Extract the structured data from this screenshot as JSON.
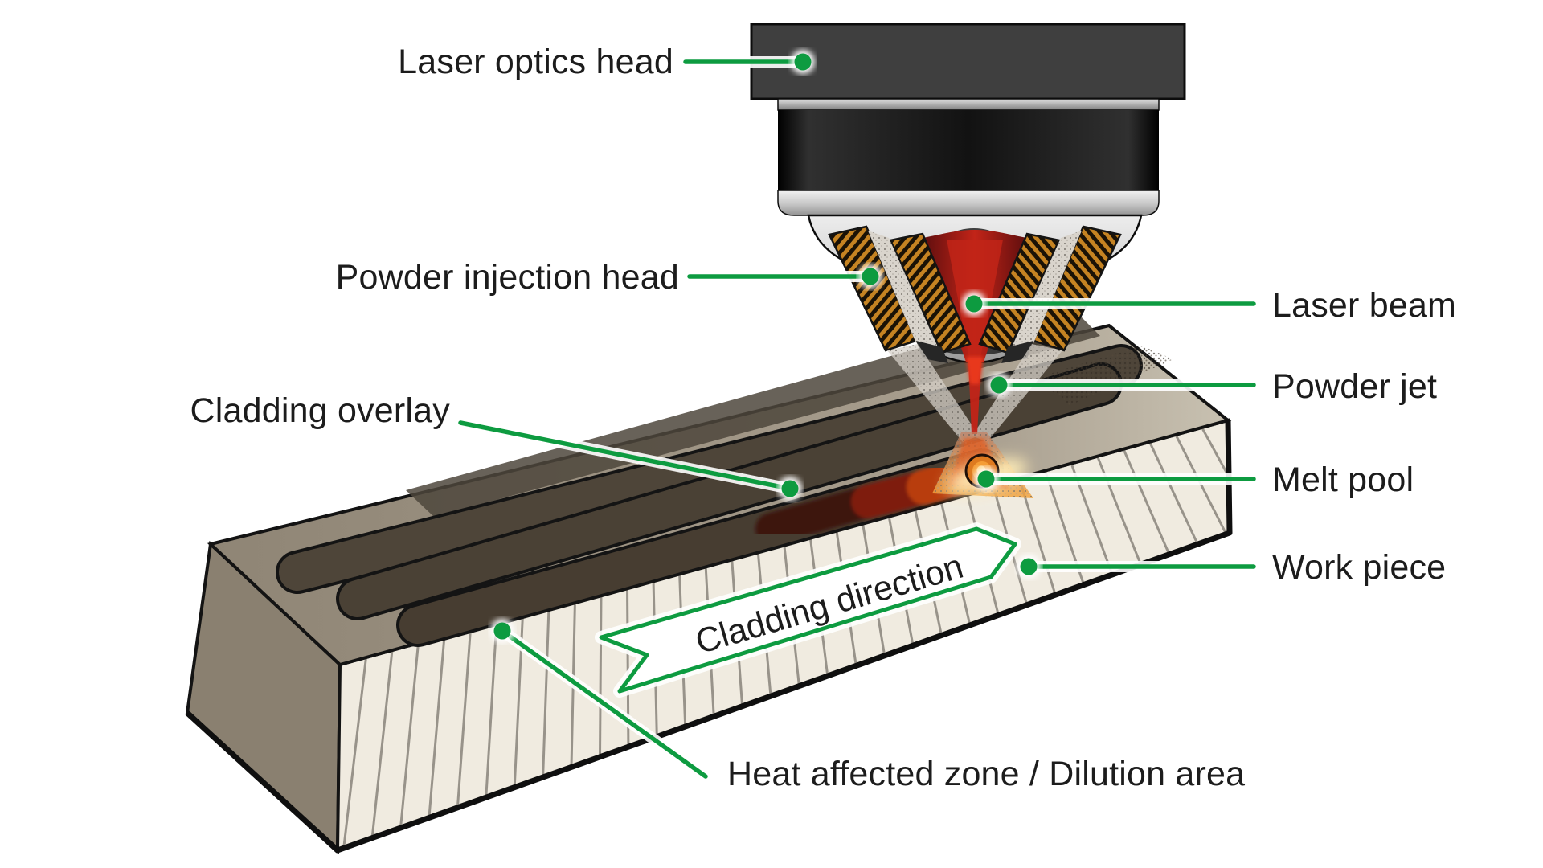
{
  "title": "Laser cladding process diagram",
  "labels": {
    "laser_optics_head": "Laser optics head",
    "powder_injection_head": "Powder injection head",
    "cladding_overlay": "Cladding overlay",
    "laser_beam": "Laser beam",
    "powder_jet": "Powder jet",
    "melt_pool": "Melt pool",
    "work_piece": "Work piece",
    "heat_affected_zone": "Heat affected zone / Dilution area"
  },
  "banner": {
    "text": "Cladding direction"
  },
  "colors": {
    "accent_green": "#0d9b40",
    "label_ink": "#1c1c1c",
    "background": "#ffffff",
    "laser_red": "#c22418",
    "melt_orange": "#f59d35",
    "overlay_brown": "#473d31",
    "workpiece_top": "#9a9080",
    "workpiece_front": "#f0ebe0",
    "workpiece_side": "#8a8070",
    "hatch_gray": "#98938a",
    "head_dark": "#3f3f3f",
    "nozzle_orange": "#c58322"
  }
}
